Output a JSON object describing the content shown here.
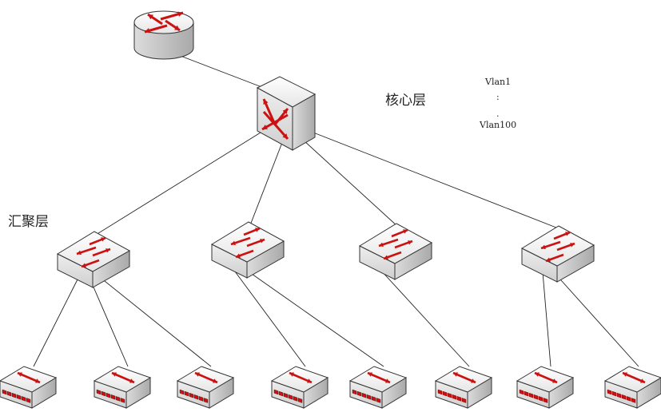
{
  "labels": {
    "core_layer": "核心层",
    "aggregation_layer": "汇聚层",
    "vlan_start": "Vlan1",
    "vlan_dots": ":",
    "vlan_dot_small": ".",
    "vlan_end": "Vlan100"
  },
  "devices": {
    "router": {
      "type": "router",
      "icon": "router-icon"
    },
    "core_switch": {
      "type": "layer3-switch",
      "icon": "core-switch-icon"
    },
    "aggregation_switch_count": 4,
    "access_switch_count": 8
  },
  "colors": {
    "arrow_red": "#cc1111",
    "device_face": "#f2f2f2",
    "device_side": "#c8c8c8",
    "device_stroke": "#333333",
    "link": "#222222"
  }
}
